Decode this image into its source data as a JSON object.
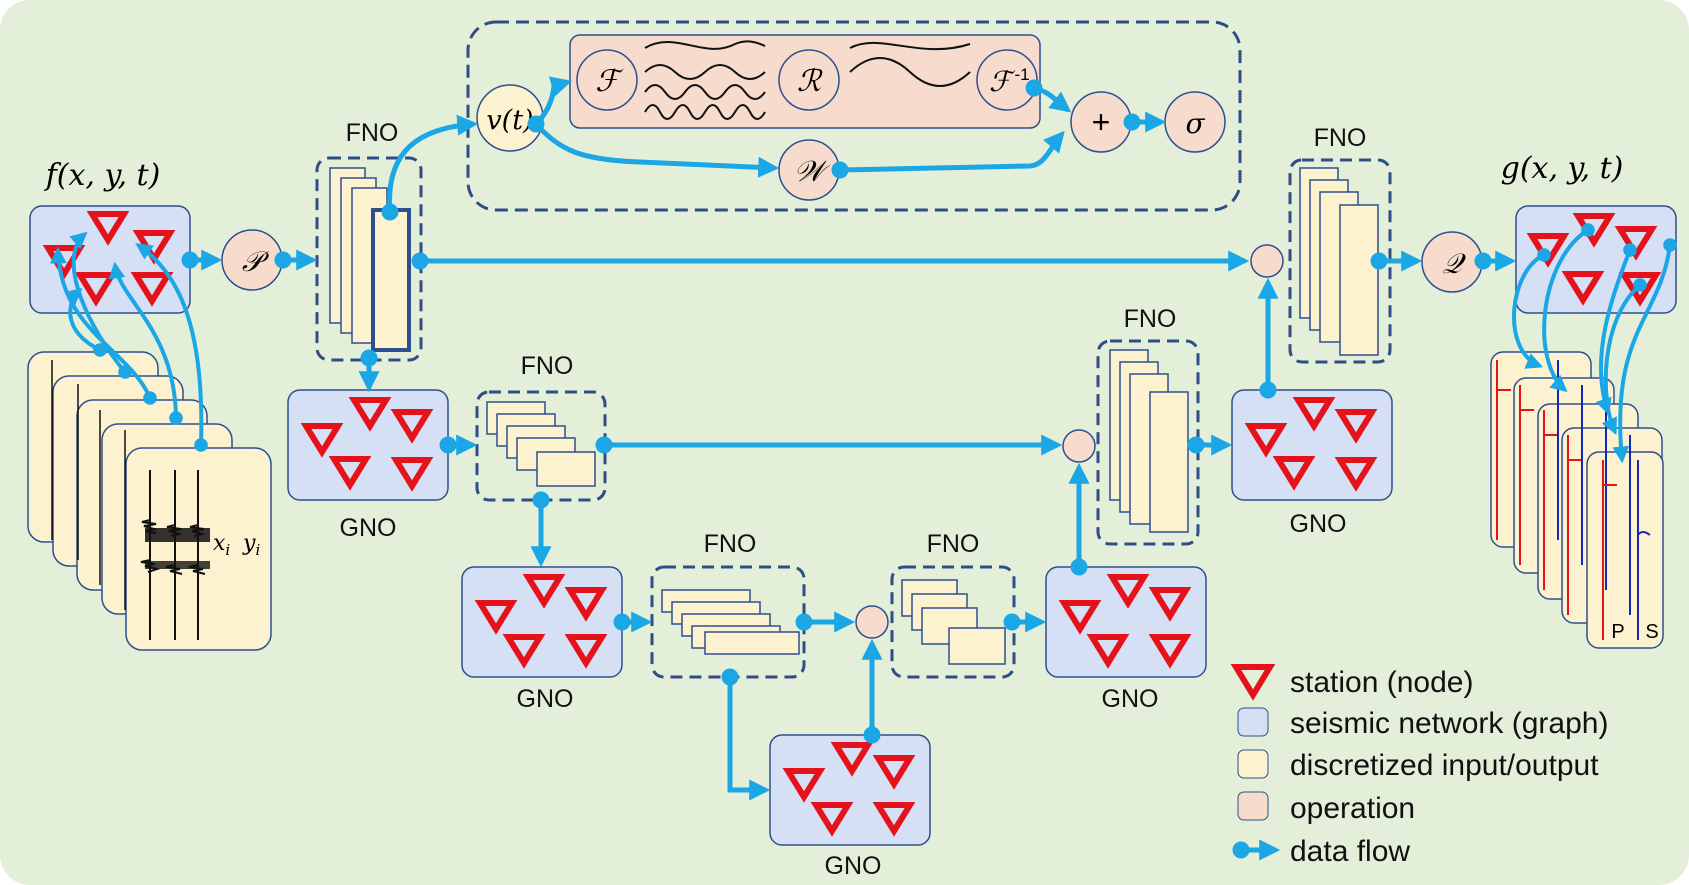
{
  "colors": {
    "background": "#e3efd9",
    "network_fill": "#d5e0f5",
    "network_stroke": "#2e4f8e",
    "data_fill": "#fdf2cf",
    "operation_fill": "#f7dccd",
    "flow": "#1ba6e5",
    "station": "#e5121b",
    "dash": "#2f4e86"
  },
  "labels": {
    "input_func": "f(x, y, t)",
    "output_func": "g(x, y, t)",
    "lift": "𝒫",
    "project": "𝒬",
    "fno": "FNO",
    "gno": "GNO",
    "v": "v(t)",
    "fourier": "ℱ",
    "r": "ℛ",
    "inv_fourier": "ℱ",
    "inv_sup": "-1",
    "w": "𝒲",
    "plus": "+",
    "sigma": "σ",
    "xi": "x",
    "xi_sub": "i",
    "yi": "y",
    "yi_sub": "i",
    "p_phase": "P",
    "s_phase": "S"
  },
  "legend": {
    "station": "station (node)",
    "network": "seismic network (graph)",
    "data": "discretized input/output",
    "operation": "operation",
    "flow": "data flow"
  }
}
